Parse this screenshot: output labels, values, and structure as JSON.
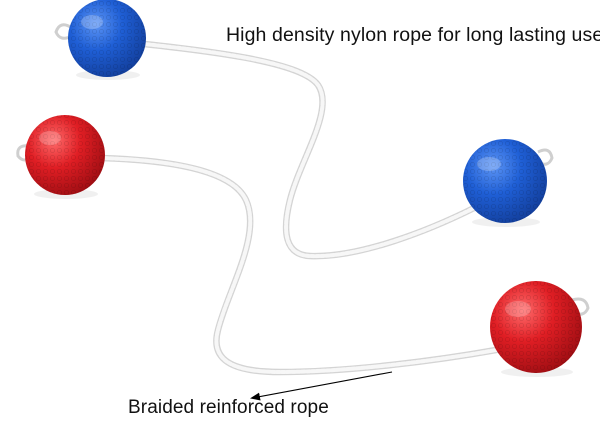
{
  "captions": {
    "top": "High density nylon rope for long lasting use",
    "bottom": "Braided reinforced rope"
  },
  "colors": {
    "background": "#ffffff",
    "blue_ball": "#1f5fd6",
    "red_ball": "#e01e24",
    "rope": "#f4f4f4",
    "rope_outline": "#d7d7d7",
    "text": "#111111",
    "pointer_line": "#000000"
  },
  "balls": [
    {
      "name": "blue-ball-top-left",
      "color": "blue"
    },
    {
      "name": "red-ball-left",
      "color": "red"
    },
    {
      "name": "blue-ball-right",
      "color": "blue"
    },
    {
      "name": "red-ball-bottom-right",
      "color": "red"
    }
  ]
}
